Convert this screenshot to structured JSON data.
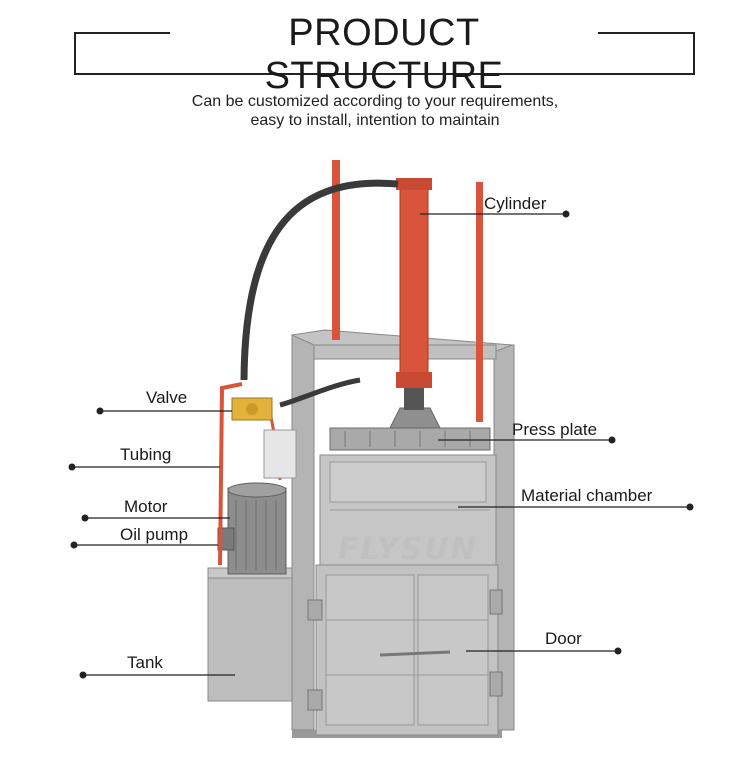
{
  "header": {
    "title": "PRODUCT STRUCTURE",
    "subtitle_line1": "Can be customized according to your requirements,",
    "subtitle_line2": "easy to install, intention to maintain"
  },
  "labels": {
    "cylinder": "Cylinder",
    "valve": "Valve",
    "press_plate": "Press plate",
    "tubing": "Tubing",
    "material_chamber": "Material chamber",
    "motor": "Motor",
    "oil_pump": "Oil pump",
    "door": "Door",
    "tank": "Tank"
  },
  "watermark": "FLYSUN",
  "colors": {
    "machine_gray": "#b9b9b9",
    "cylinder_red": "#d8543a",
    "hose_dark": "#3a3a3a",
    "valve_yellow": "#e2b23a"
  }
}
